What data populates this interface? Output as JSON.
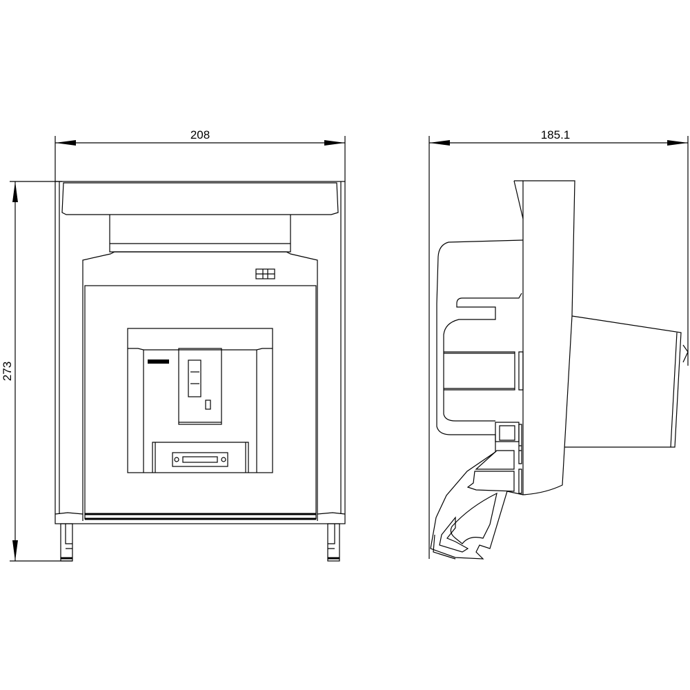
{
  "dimensions": {
    "front_width": "208",
    "front_height": "273",
    "side_depth": "185.1"
  },
  "views": [
    "front-view",
    "side-view"
  ],
  "colors": {
    "line": "#000000",
    "background": "#ffffff"
  }
}
